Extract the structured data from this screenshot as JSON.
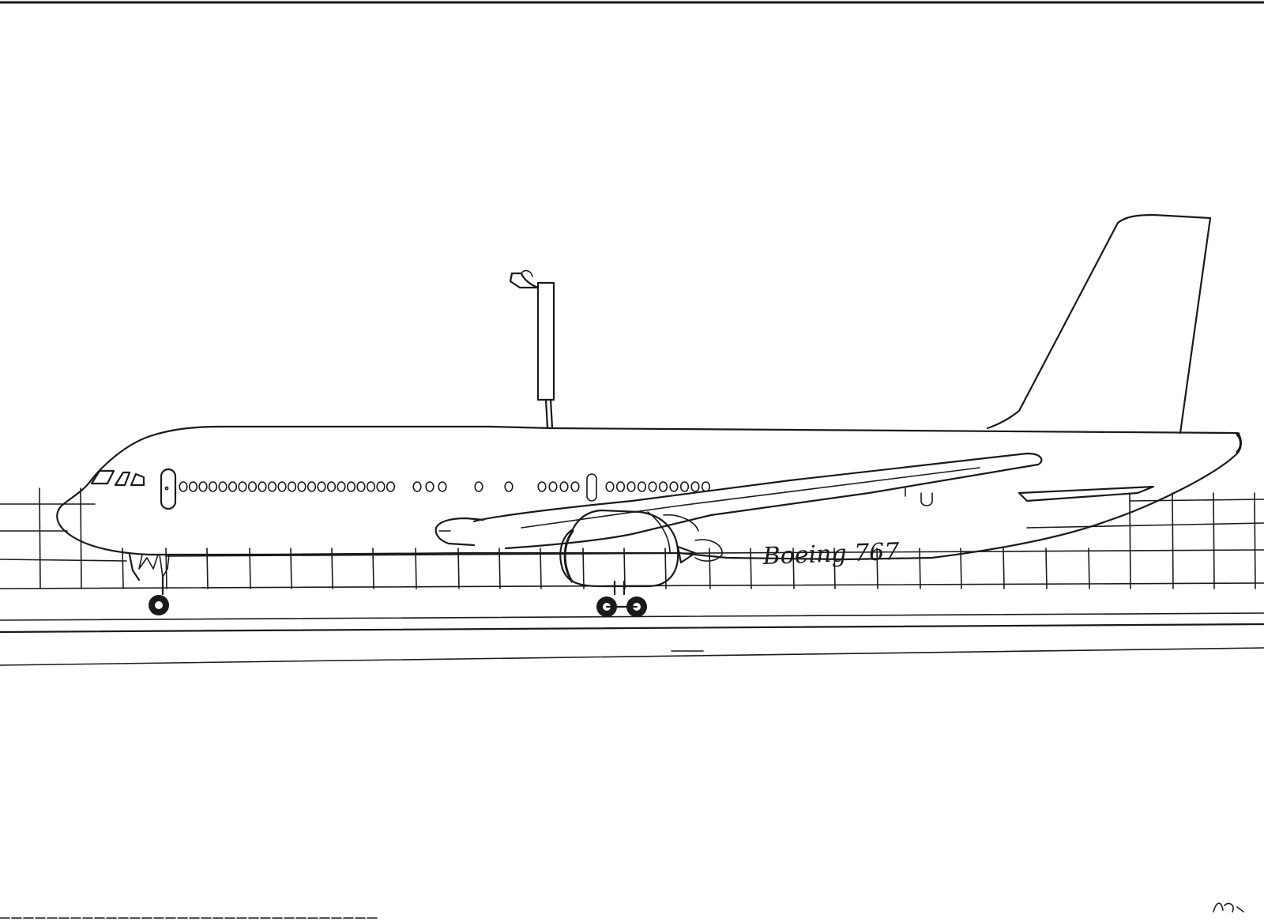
{
  "drawing": {
    "fuselage_caption": "Boeing 767",
    "signature": "",
    "ink_color": "#1a1a1a",
    "paper_color": "#ffffff",
    "subject": [
      "airliner-side-view",
      "floodlight-pole",
      "perimeter-fence",
      "runway-lines"
    ]
  }
}
